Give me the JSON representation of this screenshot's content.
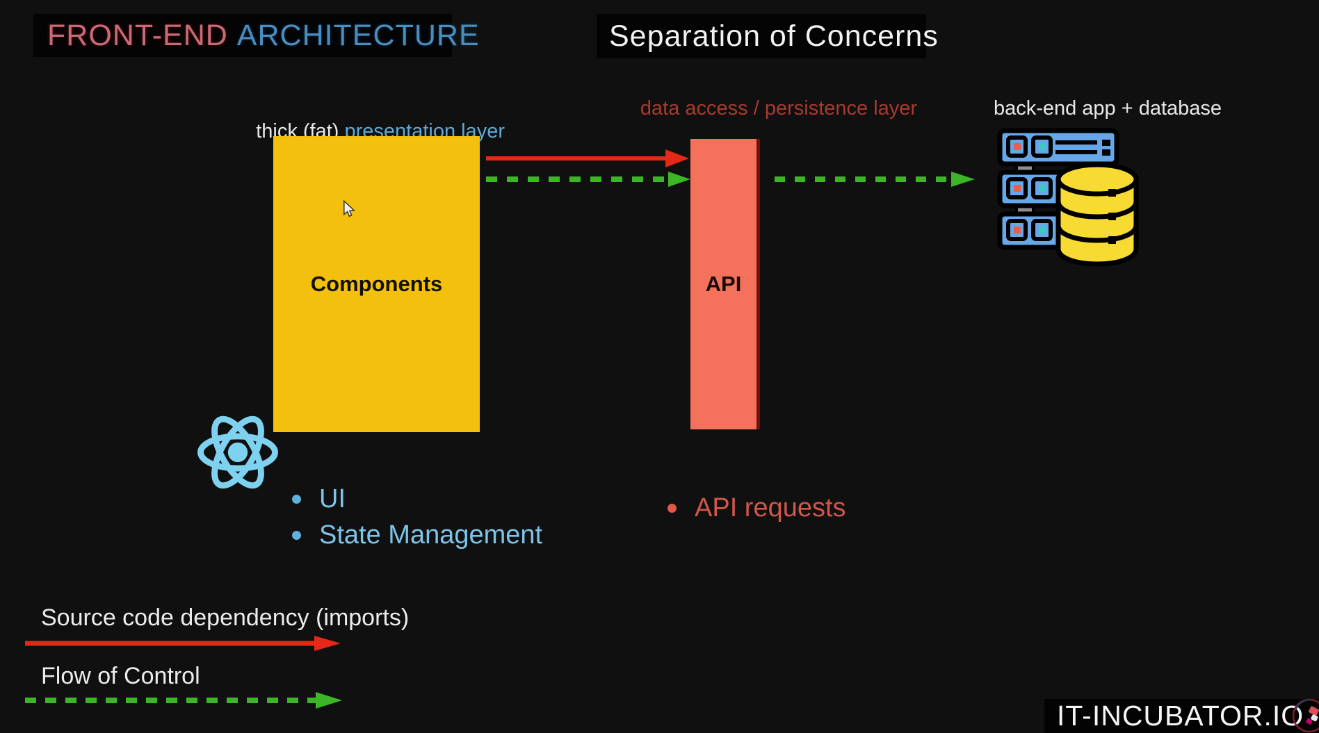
{
  "slide": {
    "title_left": {
      "part1": "FRONT-END ",
      "part2": "ARCHITECTURE"
    },
    "title_right": "Separation of Concerns"
  },
  "layers": {
    "presentation": {
      "prefix": "thick (fat) ",
      "emphasis": "presentation layer"
    },
    "data_access": "data access / persistence layer",
    "backend": "back-end app + database"
  },
  "boxes": {
    "components": "Components",
    "api": "API"
  },
  "bullets": {
    "components": [
      "UI",
      "State Management"
    ],
    "api": [
      "API requests"
    ]
  },
  "legend": {
    "source_dep": "Source code dependency (imports)",
    "flow": "Flow of Control"
  },
  "watermark": "IT-INCUBATOR.IO",
  "colors": {
    "front_end_text": "#c96a76",
    "architecture_text": "#4a8dbf",
    "presentation_text": "#5ea9d6",
    "data_access_text": "#a83a2e",
    "components_box": "#f2c00d",
    "api_box": "#f4715c",
    "arrow_red": "#e52817",
    "arrow_green": "#3cb626",
    "react_logo": "#7ed2f0",
    "bullet_blue": "#7cc4e8",
    "bullet_red": "#d0574a",
    "server_blue": "#66a7ea",
    "database_yellow": "#f7da32"
  },
  "icons": {
    "react": "react-logo",
    "backend": "server-database",
    "cursor": "mouse-pointer",
    "brand": "it-incubator-logo"
  }
}
